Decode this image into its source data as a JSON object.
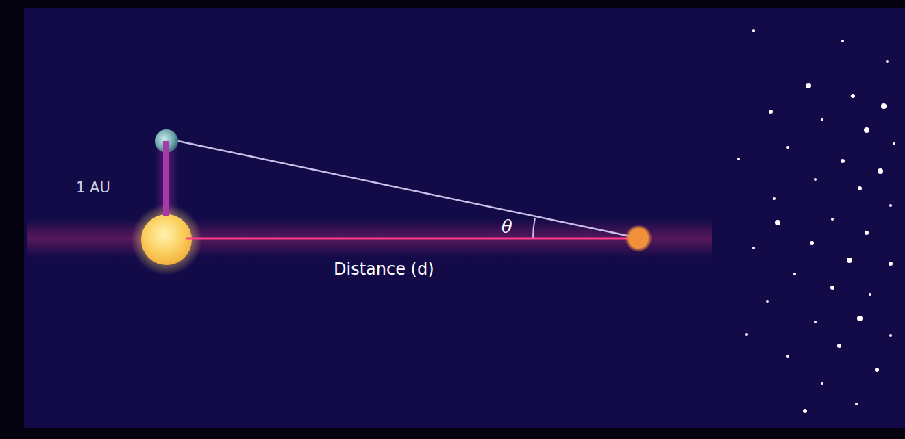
{
  "diagram": {
    "labels": [
      "1 AU",
      "θ",
      "Distance (d)"
    ]
  }
}
